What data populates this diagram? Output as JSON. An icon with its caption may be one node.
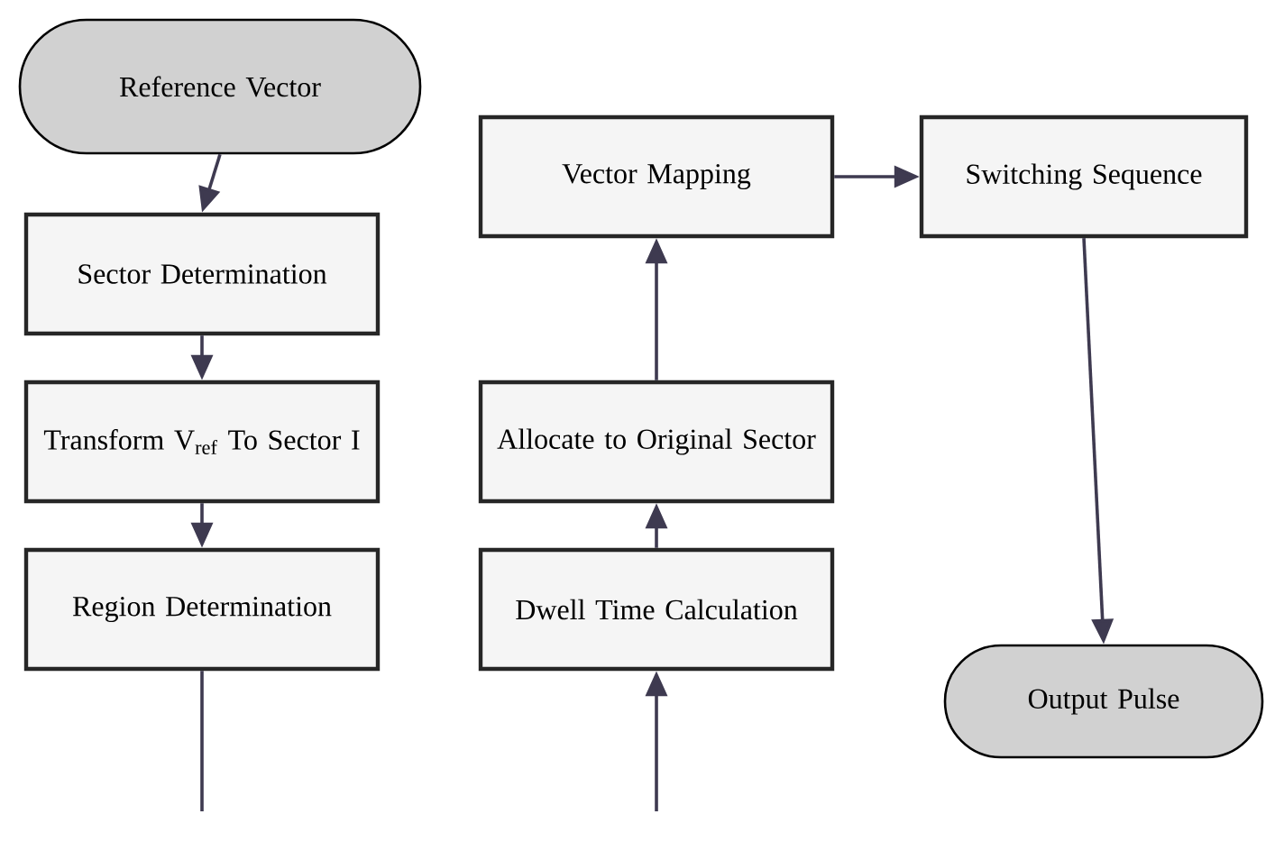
{
  "diagram": {
    "nodes": [
      {
        "text": [
          "Reference Vector"
        ]
      },
      {
        "text": [
          "Sector Determination"
        ]
      },
      {
        "text": [
          "Transform V$_{ref}$ To Sector I"
        ]
      },
      {
        "text": [
          "Region Determination"
        ]
      },
      {
        "text": [
          "Vector Mapping"
        ]
      },
      {
        "text": [
          "Allocate to Original Sector"
        ]
      },
      {
        "text": [
          "Dwell Time Calculation"
        ]
      },
      {
        "text": [
          "Switching Sequence"
        ]
      },
      {
        "text": [
          "Output Pulse"
        ]
      }
    ],
    "edges": [
      {
        "from": 0,
        "to": 1,
        "arrow": "to"
      },
      {
        "from": 1,
        "to": 2,
        "arrow": "to"
      },
      {
        "from": 2,
        "to": 3,
        "arrow": "to"
      },
      {
        "from": 3,
        "to": null,
        "arrow": "none"
      },
      {
        "from": null,
        "to": 6,
        "arrow": "to"
      },
      {
        "from": 6,
        "to": 5,
        "arrow": "to"
      },
      {
        "from": 5,
        "to": 4,
        "arrow": "to"
      },
      {
        "from": 4,
        "to": 7,
        "arrow": "to"
      },
      {
        "from": 7,
        "to": 8,
        "arrow": "to"
      }
    ]
  }
}
